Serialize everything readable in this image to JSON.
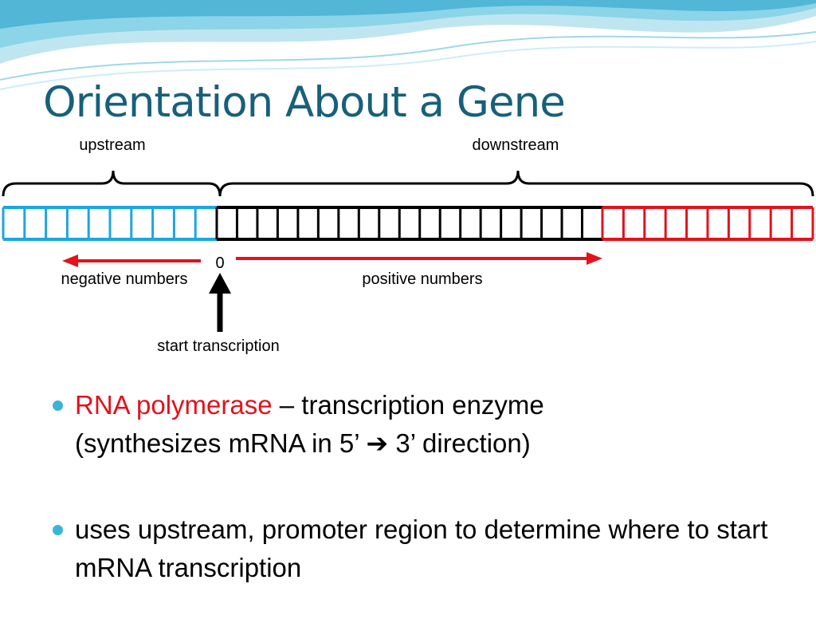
{
  "slide": {
    "title": "Orientation About a Gene"
  },
  "diagram": {
    "upstream_label": "upstream",
    "downstream_label": "downstream",
    "zero_label": "0",
    "negative_label": "negative numbers",
    "positive_label": "positive numbers",
    "start_label": "start transcription",
    "segments": [
      {
        "name": "upstream-region",
        "color": "#1aa7e0",
        "cells": 10
      },
      {
        "name": "gene-region",
        "color": "#000000",
        "cells": 19
      },
      {
        "name": "downstream-region",
        "color": "#e3121b",
        "cells": 10
      }
    ],
    "arrow_color": "#e3121b"
  },
  "bullets": [
    {
      "highlight": "RNA polymerase",
      "rest": " – transcription enzyme",
      "line2": "(synthesizes mRNA in 5’ ➔ 3’ direction)"
    },
    {
      "text": "uses upstream, promoter region to determine where to start mRNA transcription"
    }
  ],
  "colors": {
    "title": "#17607a",
    "bullet": "#3bb4d8",
    "highlight": "#e3121b"
  }
}
